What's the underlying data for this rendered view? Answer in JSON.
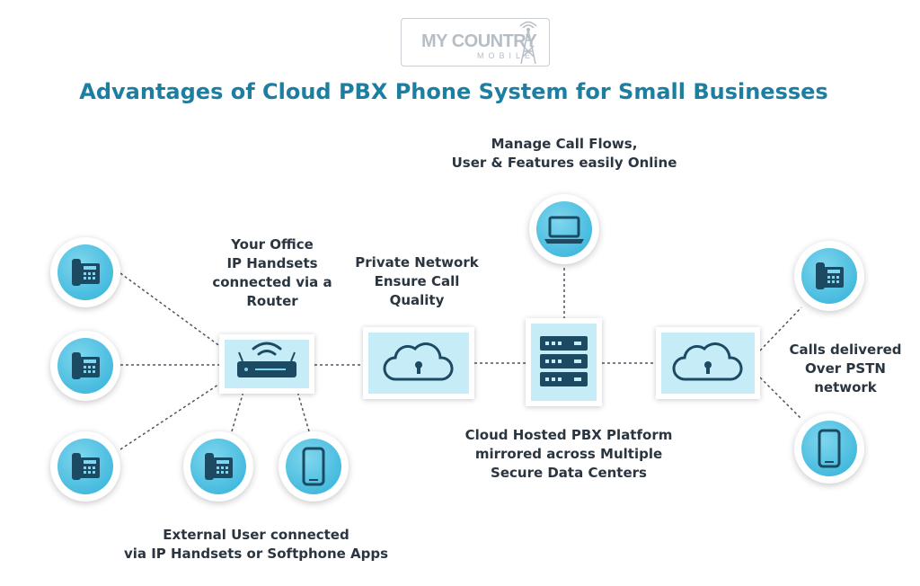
{
  "logo": {
    "text": "MY COUNTRY",
    "subtext": "MOBILE"
  },
  "title": "Advantages of Cloud PBX Phone System for Small Businesses",
  "labels": {
    "office": "Your Office\nIP Handsets\nconnected via a\nRouter",
    "private_network": "Private Network\nEnsure Call\nQuality",
    "manage": "Manage Call Flows,\nUser & Features easily Online",
    "cloud_pbx": "Cloud Hosted PBX Platform\nmirrored across Multiple\nSecure Data Centers",
    "pstn": "Calls delivered\nOver PSTN\nnetwork",
    "external": "External User connected\nvia IP Handsets or Softphone Apps"
  },
  "colors": {
    "accent": "#1c7fa2",
    "icon_dark": "#1d4a63",
    "box_fill": "#c6ecf7",
    "circle_fill": "#2fb0d8"
  },
  "nodes": {
    "office_phones": [
      "desk-phone-icon",
      "desk-phone-icon",
      "desk-phone-icon"
    ],
    "router": "wifi-router-icon",
    "private_cloud": "cloud-lock-icon",
    "laptop": "laptop-icon",
    "server": "server-icon",
    "pstn_cloud": "cloud-lock-icon",
    "external_devices": [
      "desk-phone-icon",
      "smartphone-icon"
    ],
    "pstn_devices": [
      "desk-phone-icon",
      "smartphone-icon"
    ]
  }
}
